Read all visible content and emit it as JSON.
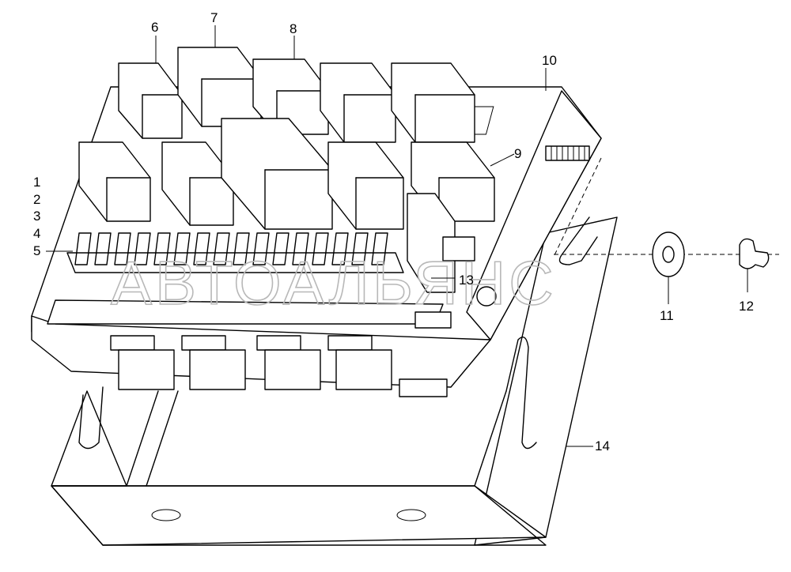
{
  "watermark": "АВТОАЛЬЯНС",
  "callouts": [
    {
      "id": "1",
      "text": "1"
    },
    {
      "id": "2",
      "text": "2"
    },
    {
      "id": "3",
      "text": "3"
    },
    {
      "id": "4",
      "text": "4"
    },
    {
      "id": "5",
      "text": "5"
    },
    {
      "id": "6",
      "text": "6"
    },
    {
      "id": "7",
      "text": "7"
    },
    {
      "id": "8",
      "text": "8"
    },
    {
      "id": "9",
      "text": "9"
    },
    {
      "id": "10",
      "text": "10"
    },
    {
      "id": "11",
      "text": "11"
    },
    {
      "id": "12",
      "text": "12"
    },
    {
      "id": "13",
      "text": "13"
    },
    {
      "id": "14",
      "text": "14"
    }
  ]
}
